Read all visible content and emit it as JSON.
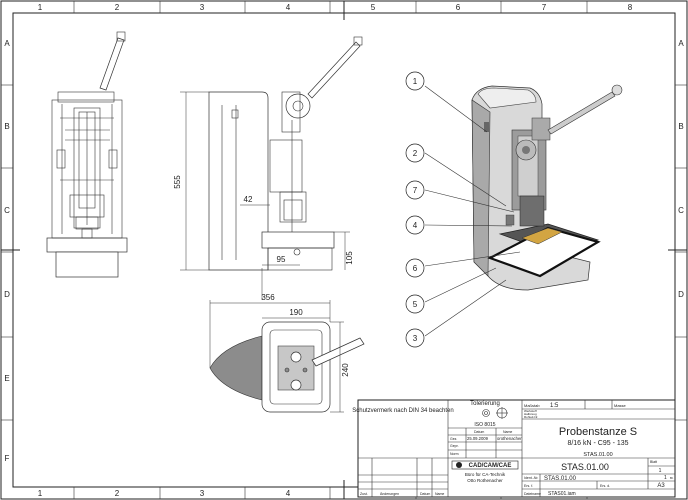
{
  "frame": {
    "columns": [
      "1",
      "2",
      "3",
      "4",
      "5",
      "6",
      "7",
      "8"
    ],
    "rows": [
      "A",
      "B",
      "C",
      "D",
      "E",
      "F"
    ]
  },
  "dimensions": {
    "front_height": "555",
    "offset_42": "42",
    "width_95": "95",
    "height_105": "105",
    "top_width_356": "356",
    "top_width_190": "190",
    "top_depth_240": "240"
  },
  "balloons": [
    "1",
    "2",
    "7",
    "4",
    "6",
    "5",
    "3"
  ],
  "title_block": {
    "protection_note": "Schutzvermerk nach DIN 34 beachten",
    "tolerance_label": "Tolerierung",
    "tolerance_standard": "ISO 8015",
    "scale_label": "Maßstab",
    "scale_value": "1:5",
    "mass_label": "Masse",
    "material_labels": [
      "Werkstoff",
      "Halbzeug",
      "Rohteil-Nr."
    ],
    "row_labels": [
      "Gez.",
      "Gepr.",
      "Norm"
    ],
    "col_labels": [
      "Datum",
      "Name"
    ],
    "drawn_date": "25.09.2009",
    "drawn_name": "orothenacher",
    "title": "Probenstanze S",
    "subtitle": "8/16 kN - C95 - 135",
    "article_code": "STAS.01.00",
    "company_logo": "CAD/CAM/CAE",
    "company_line1": "Büro für CA-Technik",
    "company_line2": "Otto Rothenacher",
    "drawing_number": "STAS.01.00",
    "sheet_label": "Blatt",
    "sheet_number": "1",
    "sheet_of": "1",
    "sheet_suffix": "Bl.",
    "format": "A3",
    "ident_label": "Ident.-Nr.",
    "ident_value": "STAS.01.00",
    "replaces_label": "Ers. f.",
    "replaced_by_label": "Ers. d.",
    "filename_label": "Dateiname",
    "filename": "STAS01.iam",
    "revision_labels": [
      "Zust.",
      "Änderungen",
      "Datum",
      "Name"
    ]
  }
}
